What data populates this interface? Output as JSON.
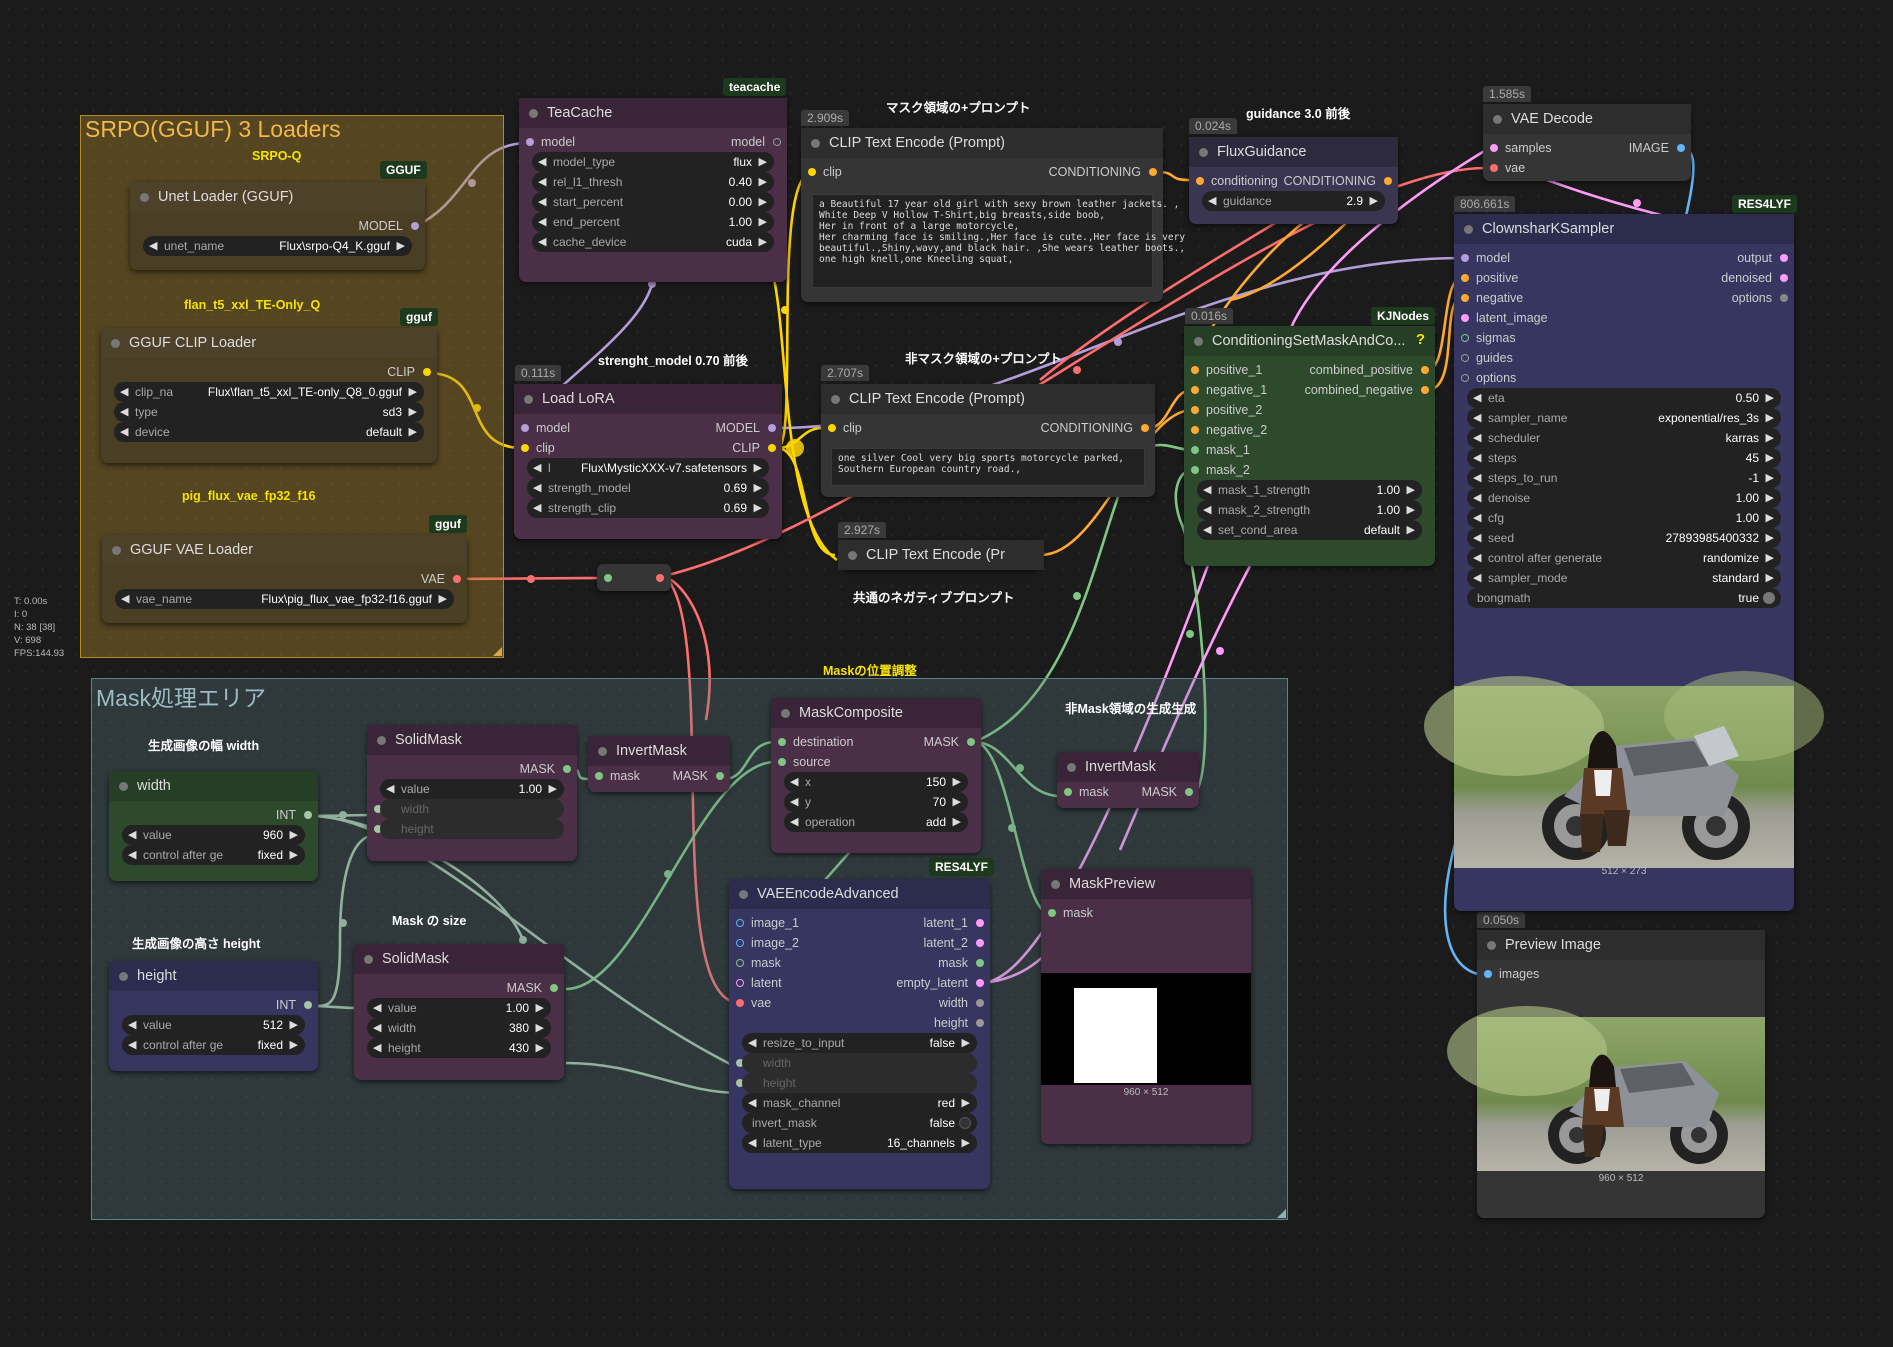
{
  "stats": {
    "t": "T: 0.00s",
    "i": "I: 0",
    "n": "N: 38 [38]",
    "v": "V: 698",
    "fps": "FPS:144.93"
  },
  "colors": {
    "canvas": "#1b1b1b",
    "model_wire": "#b39ddb",
    "clip_wire": "#ffd500",
    "vae_wire": "#ff6e6e",
    "cond_wire": "#ffa931",
    "mask_wire": "#81c784",
    "image_wire": "#64b5f6",
    "latent_wire": "#ff9cf9",
    "int_wire": "#a7c4a7"
  },
  "groups": {
    "loaders": {
      "title": "SRPO(GGUF)  3 Loaders",
      "color": "#b58b2a"
    },
    "mask": {
      "title": "Mask処理エリア",
      "color": "#3f5a5f"
    }
  },
  "notes": {
    "srpo_q": "SRPO-Q",
    "flan": "flan_t5_xxl_TE-Only_Q",
    "pig": "pig_flux_vae_fp32_f16",
    "mask_pos": "Maskの位置調整",
    "width_note": "生成画像の幅 width",
    "height_note": "生成画像の高さ height",
    "mask_size": "Mask の size",
    "mask_prompt": "マスク領域の+プロンプト",
    "unmask_prompt": "非マスク領域の+プロンプト",
    "neg_prompt": "共通のネガティブプロンプト",
    "guidance_note": "guidance 3.0 前後",
    "strength_note": "strenght_model 0.70 前後",
    "nonmask_gen": "非Mask領域の生成生成"
  },
  "tags": {
    "gguf1": "GGUF",
    "gguf2": "gguf",
    "gguf3": "gguf",
    "teacache": "teacache",
    "kjnodes": "KJNodes",
    "res4lyf1": "RES4LYF",
    "res4lyf2": "RES4LYF"
  },
  "times": {
    "teacache": "0.111s",
    "clip1": "2.909s",
    "clip2": "2.707s",
    "clip3": "2.927s",
    "flux": "0.024s",
    "cond": "0.016s",
    "vae_decode": "1.585s",
    "sampler": "806.661s",
    "preview": "0.050s"
  },
  "nodes": {
    "unet": {
      "title": "Unet Loader (GGUF)",
      "out": "MODEL",
      "w_name": "unet_name",
      "w_val": "Flux\\srpo-Q4_K.gguf"
    },
    "clip_loader": {
      "title": "GGUF CLIP Loader",
      "out": "CLIP",
      "w": [
        {
          "n": "clip_na",
          "v": "Flux\\flan_t5_xxl_TE-only_Q8_0.gguf"
        },
        {
          "n": "type",
          "v": "sd3"
        },
        {
          "n": "device",
          "v": "default"
        }
      ]
    },
    "vae_loader": {
      "title": "GGUF VAE Loader",
      "out": "VAE",
      "w_name": "vae_name",
      "w_val": "Flux\\pig_flux_vae_fp32-f16.gguf"
    },
    "teacache": {
      "title": "TeaCache",
      "in": "model",
      "out": "model",
      "w": [
        {
          "n": "model_type",
          "v": "flux"
        },
        {
          "n": "rel_l1_thresh",
          "v": "0.40"
        },
        {
          "n": "start_percent",
          "v": "0.00"
        },
        {
          "n": "end_percent",
          "v": "1.00"
        },
        {
          "n": "cache_device",
          "v": "cuda"
        }
      ]
    },
    "lora": {
      "title": "Load LoRA",
      "in1": "model",
      "in2": "clip",
      "out1": "MODEL",
      "out2": "CLIP",
      "w": [
        {
          "n": "l",
          "v": "Flux\\MysticXXX-v7.safetensors"
        },
        {
          "n": "strength_model",
          "v": "0.69"
        },
        {
          "n": "strength_clip",
          "v": "0.69"
        }
      ]
    },
    "clip1": {
      "title": "CLIP Text Encode (Prompt)",
      "in": "clip",
      "out": "CONDITIONING",
      "text": "a Beautiful 17 year old girl with sexy brown leather jackets. ,\nWhite Deep V Hollow T-Shirt,big breasts,side boob,\nHer in front of a large motorcycle,\nHer charming face is smiling.,Her face is cute.,Her face is very\nbeautiful.,Shiny,wavy,and black hair. ,She wears leather boots.,\none high knell,one Kneeling squat,"
    },
    "clip2": {
      "title": "CLIP Text Encode (Prompt)",
      "in": "clip",
      "out": "CONDITIONING",
      "text": "one silver Cool very big sports motorcycle parked,\nSouthern European country road.,"
    },
    "clip3": {
      "title": "CLIP Text Encode (Pr"
    },
    "flux": {
      "title": "FluxGuidance",
      "in": "conditioning",
      "out": "CONDITIONING",
      "w_name": "guidance",
      "w_val": "2.9"
    },
    "cond": {
      "title": "ConditioningSetMaskAndCo...",
      "q": "?",
      "ins": [
        "positive_1",
        "negative_1",
        "positive_2",
        "negative_2",
        "mask_1",
        "mask_2"
      ],
      "outs": [
        "combined_positive",
        "combined_negative"
      ],
      "w": [
        {
          "n": "mask_1_strength",
          "v": "1.00"
        },
        {
          "n": "mask_2_strength",
          "v": "1.00"
        },
        {
          "n": "set_cond_area",
          "v": "default"
        }
      ]
    },
    "vae_decode": {
      "title": "VAE Decode",
      "ins": [
        "samples",
        "vae"
      ],
      "out": "IMAGE"
    },
    "sampler": {
      "title": "ClownsharKSampler",
      "ins": [
        "model",
        "positive",
        "negative",
        "latent_image",
        "sigmas",
        "guides",
        "options"
      ],
      "outs": [
        "output",
        "denoised",
        "options"
      ],
      "w": [
        {
          "n": "eta",
          "v": "0.50"
        },
        {
          "n": "sampler_name",
          "v": "exponential/res_3s"
        },
        {
          "n": "scheduler",
          "v": "karras"
        },
        {
          "n": "steps",
          "v": "45"
        },
        {
          "n": "steps_to_run",
          "v": "-1"
        },
        {
          "n": "denoise",
          "v": "1.00"
        },
        {
          "n": "cfg",
          "v": "1.00"
        },
        {
          "n": "seed",
          "v": "27893985400332"
        },
        {
          "n": "control after generate",
          "v": "randomize"
        },
        {
          "n": "sampler_mode",
          "v": "standard"
        },
        {
          "n": "bongmath",
          "v": "true"
        }
      ],
      "caption": "512 × 273"
    },
    "preview": {
      "title": "Preview Image",
      "in": "images",
      "caption": "960 × 512"
    },
    "width": {
      "title": "width",
      "out": "INT",
      "w": [
        {
          "n": "value",
          "v": "960"
        },
        {
          "n": "control after ge",
          "v": "fixed"
        }
      ]
    },
    "height": {
      "title": "height",
      "out": "INT",
      "w": [
        {
          "n": "value",
          "v": "512"
        },
        {
          "n": "control after ge",
          "v": "fixed"
        }
      ]
    },
    "solid1": {
      "title": "SolidMask",
      "out": "MASK",
      "w": [
        {
          "n": "value",
          "v": "1.00"
        },
        {
          "n": "width",
          "v": ""
        },
        {
          "n": "height",
          "v": ""
        }
      ]
    },
    "solid2": {
      "title": "SolidMask",
      "out": "MASK",
      "w": [
        {
          "n": "value",
          "v": "1.00"
        },
        {
          "n": "width",
          "v": "380"
        },
        {
          "n": "height",
          "v": "430"
        }
      ]
    },
    "invert1": {
      "title": "InvertMask",
      "in": "mask",
      "out": "MASK"
    },
    "invert2": {
      "title": "InvertMask",
      "in": "mask",
      "out": "MASK"
    },
    "composite": {
      "title": "MaskComposite",
      "ins": [
        "destination",
        "source"
      ],
      "out": "MASK",
      "w": [
        {
          "n": "x",
          "v": "150"
        },
        {
          "n": "y",
          "v": "70"
        },
        {
          "n": "operation",
          "v": "add"
        }
      ]
    },
    "vae_encode": {
      "title": "VAEEncodeAdvanced",
      "ins": [
        "image_1",
        "image_2",
        "mask",
        "latent",
        "vae"
      ],
      "outs": [
        "latent_1",
        "latent_2",
        "mask",
        "empty_latent",
        "width",
        "height"
      ],
      "w": [
        {
          "n": "resize_to_input",
          "v": "false"
        },
        {
          "n": "width",
          "v": ""
        },
        {
          "n": "height",
          "v": ""
        },
        {
          "n": "mask_channel",
          "v": "red"
        },
        {
          "n": "invert_mask",
          "v": "false"
        },
        {
          "n": "latent_type",
          "v": "16_channels"
        }
      ]
    },
    "mask_preview": {
      "title": "MaskPreview",
      "in": "mask",
      "caption": "960 × 512"
    }
  }
}
